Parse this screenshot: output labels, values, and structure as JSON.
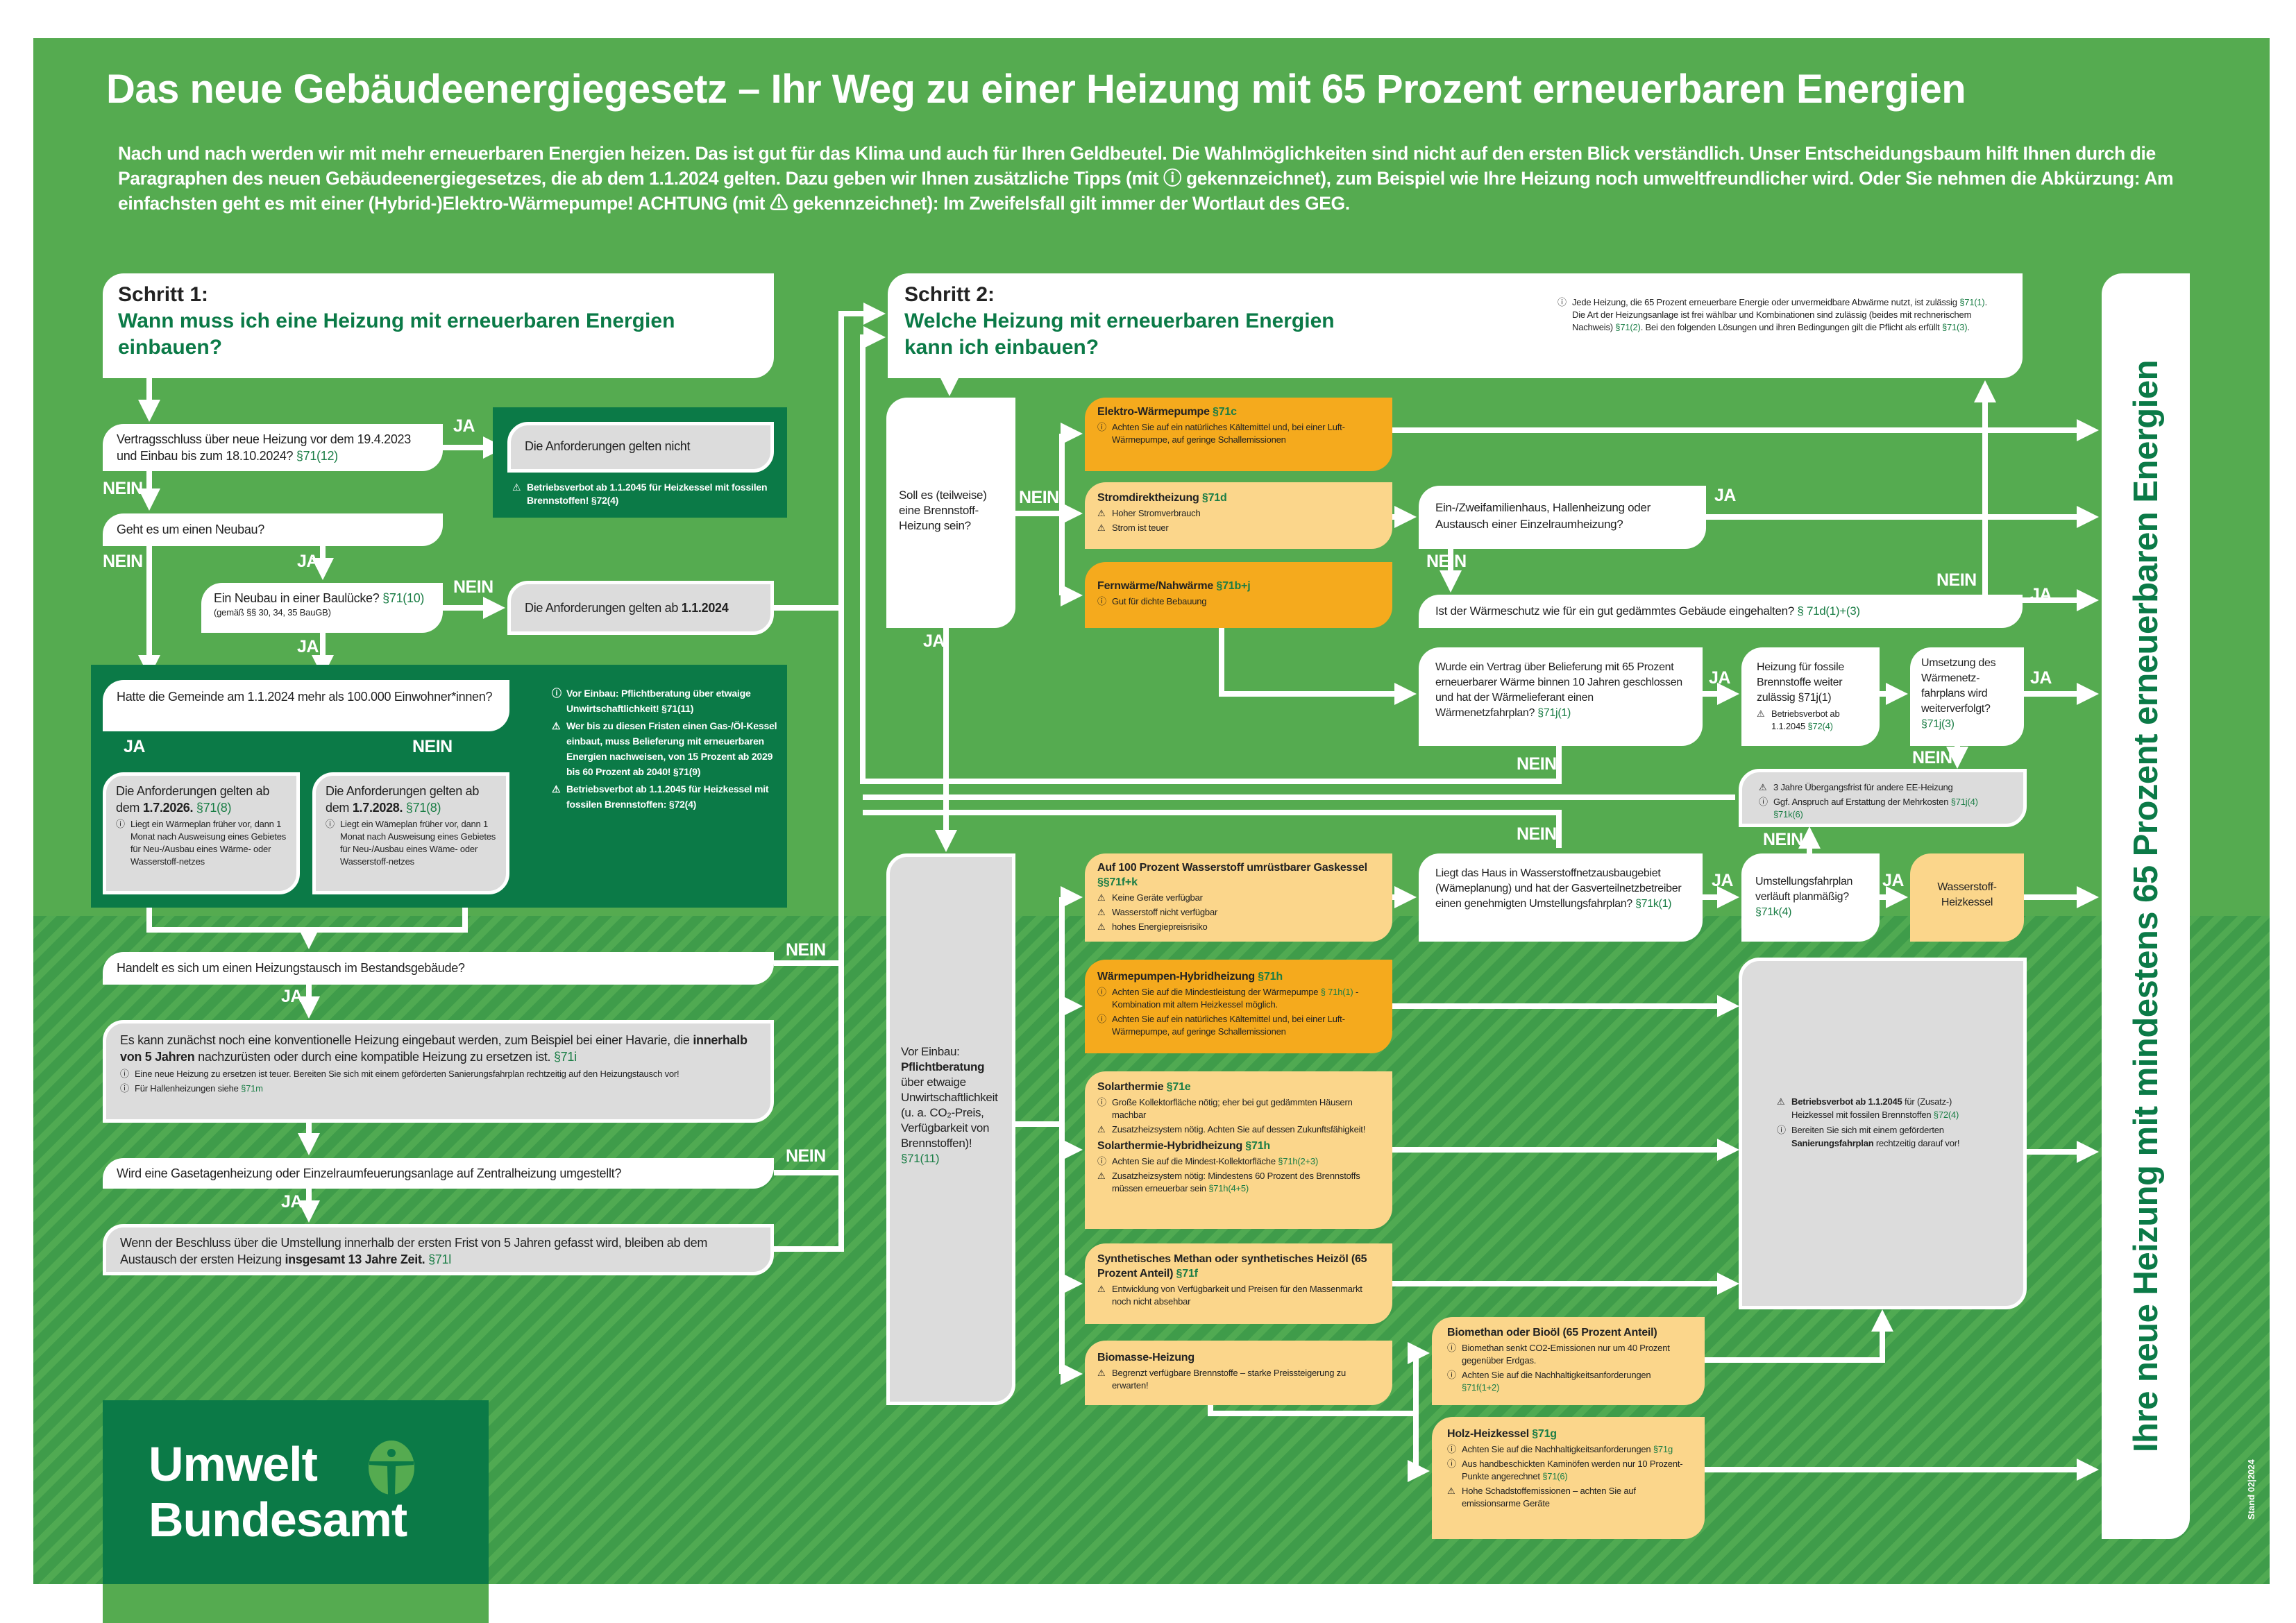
{
  "title": "Das neue Gebäudeenergiegesetz – Ihr Weg zu einer Heizung mit 65 Prozent erneuerbaren Energien",
  "intro": [
    "Nach und nach werden wir mit mehr erneuerbaren Energien heizen. Das ist gut für das Klima und auch für Ihren Geldbeutel. Die Wahlmöglichkeiten sind nicht auf den ersten Blick verständlich. Unser Entscheidungsbaum hilft Ihnen durch die Paragraphen des neuen Gebäudeenergiegesetzes, die ab dem 1.1.2024 gelten. Dazu geben wir Ihnen zusätzliche Tipps (mit ",
    {
      "i": "info"
    },
    " gekennzeichnet), zum Beispiel wie Ihre Heizung noch umweltfreundlicher wird. Oder Sie nehmen die Abkürzung: Am einfachsten geht es mit einer (Hybrid-)Elektro-Wärmepumpe! ACHTUNG (mit ",
    {
      "i": "warn"
    },
    " gekennzeichnet): Im Zweifelsfall gilt immer der Wortlaut des GEG."
  ],
  "labels": {
    "yes": "JA",
    "no": "NEIN"
  },
  "step1": {
    "step": "Schritt 1:",
    "question": "Wann muss ich eine Heizung mit erneuerbaren Energien einbauen?",
    "q1": [
      "Vertragsschluss über neue Heizung vor dem 19.4.2023 und Einbau bis zum 18.10.2024? ",
      {
        "t": "§71(12)",
        "r": true
      }
    ],
    "r1": "Die Anforderungen gelten nicht",
    "r1_notes": [
      {
        "icon": "warn",
        "seg": [
          {
            "t": "Betriebsverbot ab 1.1.2045 für Heizkessel mit fossilen Brennstoffen! §72(4)",
            "b": true
          }
        ]
      }
    ],
    "q2": "Geht es um einen Neubau?",
    "q3": [
      "Ein Neubau in einer Baulücke? ",
      {
        "t": "§71(10)",
        "r": true
      }
    ],
    "q3_small": "(gemäß §§ 30, 34, 35 BauGB)",
    "r3": [
      "Die Anforderungen gelten ab ",
      {
        "t": "1.1.2024",
        "b": true
      }
    ],
    "q4": "Hatte die Gemeinde am 1.1.2024 mehr als 100.000 Einwohner*innen?",
    "r4a": [
      "Die Anforderungen gelten ab dem ",
      {
        "t": "1.7.2026.",
        "b": true
      },
      " ",
      {
        "t": "§71(8)",
        "r": true
      }
    ],
    "r4a_notes": [
      {
        "icon": "info",
        "seg": [
          "Liegt ein Wärmeplan früher vor, dann 1 Monat nach Ausweisung eines Gebietes für Neu-/Ausbau eines Wärme- oder Wasserstoff-netzes"
        ]
      }
    ],
    "r4b": [
      "Die Anforderungen gelten ab dem ",
      {
        "t": "1.7.2028.",
        "b": true
      },
      " ",
      {
        "t": "§71(8)",
        "r": true
      }
    ],
    "r4b_notes": [
      {
        "icon": "info",
        "seg": [
          "Liegt ein Wämeplan früher vor, dann 1 Monat nach Ausweisung eines Gebietes für Neu-/Ausbau eines Wäme- oder Wasserstoff-netzes"
        ]
      }
    ],
    "side_notes": [
      {
        "icon": "info",
        "seg": [
          "Vor Einbau: Pflichtberatung über etwaige Unwirtschaftlichkeit! §71(11)"
        ]
      },
      {
        "icon": "warn",
        "seg": [
          "Wer bis zu diesen Fristen einen Gas-/Öl-Kessel einbaut, muss Belieferung mit erneuerbaren Energien nachweisen, von 15 Prozent ab 2029 bis 60 Prozent ab 2040! §71(9)"
        ]
      },
      {
        "icon": "warn",
        "seg": [
          {
            "t": "Betriebsverbot ab 1.1.2045",
            "b": true
          },
          " für Heizkessel mit fossilen Brennstoffen: §72(4)"
        ]
      }
    ],
    "q5": "Handelt es sich um einen Heizungstausch im Bestandsgebäude?",
    "r5": [
      "Es kann zunächst noch eine konventionelle Heizung eingebaut werden, zum Beispiel bei einer Havarie, die ",
      {
        "t": "innerhalb von 5 Jahren",
        "b": true
      },
      " nachzurüsten oder durch eine kompatible Heizung zu ersetzen ist. ",
      {
        "t": "§71i",
        "r": true
      }
    ],
    "r5_notes": [
      {
        "icon": "info",
        "seg": [
          "Eine neue Heizung zu ersetzen ist teuer. Bereiten Sie sich mit einem geförderten Sanierungsfahrplan rechtzeitig auf den Heizungstausch vor!"
        ]
      },
      {
        "icon": "info",
        "seg": [
          "Für Hallenheizungen siehe ",
          {
            "t": "§71m",
            "r": true
          }
        ]
      }
    ],
    "q6": "Wird eine Gasetagenheizung oder Einzelraumfeuerungsanlage auf Zentralheizung umgestellt?",
    "r6": [
      "Wenn der Beschluss über die Umstellung innerhalb der ersten Frist von 5 Jahren gefasst wird, bleiben ab dem Austausch der ersten Heizung ",
      {
        "t": "insgesamt 13 Jahre Zeit.",
        "b": true
      },
      " ",
      {
        "t": "§71l",
        "r": true
      }
    ]
  },
  "step2": {
    "step": "Schritt 2:",
    "question": "Welche Heizung mit erneuerbaren Energien kann ich einbauen?",
    "header_notes": [
      {
        "icon": "info",
        "seg": [
          "Jede Heizung, die 65 Prozent erneuerbare Energie oder unvermeidbare Abwärme nutzt, ist zulässig ",
          {
            "t": "§71(1)",
            "r": true
          },
          ". Die Art der Heizungsanlage ist frei wählbar und Kombinationen sind zulässig (beides mit rechnerischem Nachweis) ",
          {
            "t": "§71(2)",
            "r": true
          },
          ". Bei den folgenden Lösungen und ihren Bedingungen gilt die Pflicht als erfüllt ",
          {
            "t": "§71(3)",
            "r": true
          },
          "."
        ]
      }
    ],
    "soll": "Soll es (teilweise) eine Brennstoff-Heizung sein?",
    "vor_einbau": [
      "Vor Einbau: ",
      {
        "t": "Pflichtberatung",
        "b": true
      },
      " über etwaige Unwirtschaftlichkeit (u. a. CO₂-Preis, Verfügbarkeit von Brennstoffen)! ",
      {
        "t": "§71(11)",
        "r": true
      }
    ],
    "opt_wp": {
      "title": [
        {
          "t": "Elektro-Wärmepumpe ",
          "b": true
        },
        {
          "t": "§71c",
          "r": true
        }
      ],
      "notes": [
        {
          "icon": "info",
          "seg": [
            "Achten Sie auf ein natürliches Kältemittel und, bei einer Luft-Wärmepumpe, auf geringe Schallemissionen"
          ]
        }
      ]
    },
    "opt_strom": {
      "title": [
        {
          "t": "Stromdirektheizung ",
          "b": true
        },
        {
          "t": "§71d",
          "r": true
        }
      ],
      "notes": [
        {
          "icon": "warn",
          "seg": [
            "Hoher Stromverbrauch"
          ]
        },
        {
          "icon": "warn",
          "seg": [
            "Strom ist teuer"
          ]
        }
      ]
    },
    "opt_fern": {
      "title": [
        {
          "t": "Fernwärme/Nahwärme ",
          "b": true
        },
        {
          "t": "§71b+j",
          "r": true
        }
      ],
      "notes": [
        {
          "icon": "info",
          "seg": [
            "Gut für dichte Bebauung"
          ]
        }
      ]
    },
    "q_efh": "Ein-/Zweifamilienhaus, Hallenheizung oder Austausch einer Einzelraumheizung?",
    "q_schutz": [
      "Ist der Wärmeschutz wie für ein gut gedämmtes Gebäude eingehalten? ",
      {
        "t": "§ 71d(1)+(3)",
        "r": true
      }
    ],
    "q_vertrag": [
      "Wurde ein Vertrag über Belieferung mit 65 Prozent erneuerbarer Wärme binnen 10 Jahren geschlossen und hat der Wärmelieferant einen Wärmenetzfahrplan? ",
      {
        "t": "§71j(1)",
        "r": true
      }
    ],
    "r_fossil": [
      "Heizung für fossile Brennstoffe weiter zulässig §71j(1)"
    ],
    "r_fossil_notes": [
      {
        "icon": "warn",
        "seg": [
          "Betriebsverbot ab 1.1.2045 ",
          {
            "t": "§72(4)",
            "r": true
          }
        ]
      }
    ],
    "q_umsetzung": [
      "Umsetzung des Wärmenetz-fahrplans wird weiterverfolgt? ",
      {
        "t": "§71j(3)",
        "r": true
      }
    ],
    "r_frist_notes": [
      {
        "icon": "warn",
        "seg": [
          "3 Jahre Übergangsfrist für andere EE-Heizung"
        ]
      },
      {
        "icon": "info",
        "seg": [
          "Ggf. Anspruch auf Erstattung der Mehrkosten ",
          {
            "t": "§71j(4) §71k(6)",
            "r": true
          }
        ]
      }
    ],
    "q_haus": [
      "Liegt das Haus in Wasserstoffnetzausbaugebiet (Wämeplanung) und hat der Gasverteilnetzbetreiber einen genehmigten Umstellungsfahrplan? ",
      {
        "t": "§71k(1)",
        "r": true
      }
    ],
    "q_plan": [
      "Umstellungsfahrplan verläuft planmäßig? ",
      {
        "t": "§71k(4)",
        "r": true
      }
    ],
    "r_h2": "Wasserstoff-Heizkessel",
    "opt_h2": {
      "title": [
        {
          "t": "Auf 100 Prozent Wasserstoff umrüstbarer Gaskessel ",
          "b": true
        },
        {
          "t": "§§71f+k",
          "r": true
        }
      ],
      "notes": [
        {
          "icon": "warn",
          "seg": [
            "Keine Geräte verfügbar"
          ]
        },
        {
          "icon": "warn",
          "seg": [
            "Wasserstoff nicht verfügbar"
          ]
        },
        {
          "icon": "warn",
          "seg": [
            "hohes Energiepreisrisiko"
          ]
        }
      ]
    },
    "opt_hybrid": {
      "title": [
        {
          "t": "Wärmepumpen-Hybridheizung ",
          "b": true
        },
        {
          "t": "§71h",
          "r": true
        }
      ],
      "notes": [
        {
          "icon": "info",
          "seg": [
            "Achten Sie auf die Mindestleistung der Wärmepumpe ",
            {
              "t": "§ 71h(1)",
              "r": true
            },
            " - Kombination mit altem Heizkessel möglich."
          ]
        },
        {
          "icon": "info",
          "seg": [
            "Achten Sie auf ein natürliches Kältemittel und, bei einer Luft-Wärmepumpe, auf geringe Schallemissionen"
          ]
        }
      ]
    },
    "opt_solar": {
      "title": [
        {
          "t": "Solarthermie ",
          "b": true
        },
        {
          "t": "§71e",
          "r": true
        }
      ],
      "notes": [
        {
          "icon": "info",
          "seg": [
            "Große Kollektorfläche nötig; eher bei gut gedämmten Häusern machbar"
          ]
        },
        {
          "icon": "warn",
          "seg": [
            "Zusatzheizsystem nötig. Achten Sie auf dessen Zukunftsfähigkeit!"
          ]
        }
      ]
    },
    "opt_solar_hybrid": {
      "title": [
        {
          "t": "Solarthermie-Hybridheizung ",
          "b": true
        },
        {
          "t": "§71h",
          "r": true
        }
      ],
      "notes": [
        {
          "icon": "info",
          "seg": [
            "Achten Sie auf die Mindest-Kollektorfläche ",
            {
              "t": "§71h(2+3)",
              "r": true
            }
          ]
        },
        {
          "icon": "warn",
          "seg": [
            "Zusatzheizsystem nötig: Mindestens 60 Prozent des Brennstoffs müssen erneuerbar sein ",
            {
              "t": "§71h(4+5)",
              "r": true
            }
          ]
        }
      ]
    },
    "opt_synth": {
      "title": [
        {
          "t": "Synthetisches Methan oder synthetisches Heizöl",
          "b": true
        },
        " (65 Prozent Anteil) ",
        {
          "t": "§71f",
          "r": true
        }
      ],
      "notes": [
        {
          "icon": "warn",
          "seg": [
            "Entwicklung von Verfügbarkeit und Preisen für den Massenmarkt noch nicht absehbar"
          ]
        }
      ]
    },
    "opt_biomasse": {
      "title": [
        {
          "t": "Biomasse-Heizung",
          "b": true
        }
      ],
      "notes": [
        {
          "icon": "warn",
          "seg": [
            "Begrenzt verfügbare Brennstoffe – starke Preissteigerung zu erwarten!"
          ]
        }
      ]
    },
    "opt_biomethan": {
      "title": [
        {
          "t": "Biomethan oder Bioöl",
          "b": true
        },
        " (65 Prozent Anteil)"
      ],
      "notes": [
        {
          "icon": "info",
          "seg": [
            "Biomethan senkt CO2-Emissionen nur um 40 Prozent gegenüber Erdgas."
          ]
        },
        {
          "icon": "info",
          "seg": [
            "Achten Sie auf die Nachhaltigkeitsanforderungen ",
            {
              "t": "§71f(1+2)",
              "r": true
            }
          ]
        }
      ]
    },
    "opt_holz": {
      "title": [
        {
          "t": "Holz-Heizkessel ",
          "b": true
        },
        {
          "t": "§71g",
          "r": true
        }
      ],
      "notes": [
        {
          "icon": "info",
          "seg": [
            "Achten Sie auf die Nachhaltigkeitsanforderungen ",
            {
              "t": "§71g",
              "r": true
            }
          ]
        },
        {
          "icon": "info",
          "seg": [
            "Aus handbeschickten Kaminöfen werden nur 10 Prozent-Punkte angerechnet ",
            {
              "t": "§71(6)",
              "r": true
            }
          ]
        },
        {
          "icon": "warn",
          "seg": [
            "Hohe Schadstoffemissionen – achten Sie auf emissionsarme Geräte"
          ]
        }
      ]
    },
    "fossil_notes": [
      {
        "icon": "warn",
        "seg": [
          {
            "t": "Betriebsverbot ab 1.1.2045",
            "b": true
          },
          " für (Zusatz-) Heizkessel mit fossilen Brennstoffen ",
          {
            "t": "§72(4)",
            "r": true
          }
        ]
      },
      {
        "icon": "info",
        "seg": [
          "Bereiten Sie sich mit einem geförderten ",
          {
            "t": "Sanierungsfahrplan",
            "b": true
          },
          " rechtzeitig darauf vor!"
        ]
      }
    ]
  },
  "final": "Ihre neue Heizung mit mindestens 65 Prozent erneuerbaren Energien",
  "stand": "Stand 02|2024",
  "logo": {
    "line1": "Umwelt",
    "line2": "Bundesamt"
  },
  "colors": {
    "green": "#55ab50",
    "dark_green": "#0b7a47",
    "orange": "#f5aa1d",
    "light_orange": "#fbd68b",
    "grey": "#dcdcdc"
  }
}
